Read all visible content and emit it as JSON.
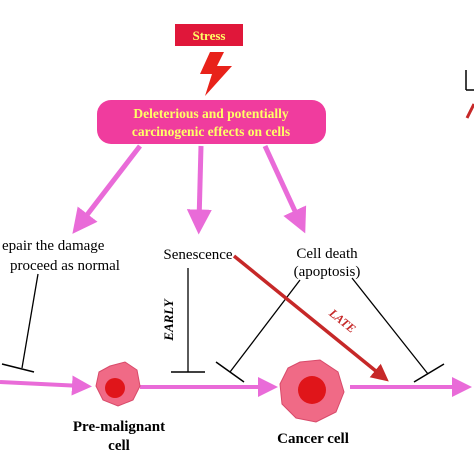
{
  "stress": {
    "label": "Stress"
  },
  "effects": {
    "line1": "Deleterious and potentially",
    "line2": "carcinogenic effects on cells"
  },
  "outcomes": {
    "repair_line1": "epair the damage",
    "repair_line2": "proceed as normal",
    "senescence": "Senescence",
    "cell_death_line1": "Cell death",
    "cell_death_line2": "(apoptosis)"
  },
  "timing": {
    "early": "EARLY",
    "late": "LATE"
  },
  "cells": {
    "premalignant_line1": "Pre-malignant",
    "premalignant_line2": "cell",
    "cancer": "Cancer cell"
  },
  "colors": {
    "stress_box": "#e0173a",
    "stress_text": "#ffff66",
    "lightning": "#e8221a",
    "effect_box": "#f03c9e",
    "effect_text": "#ffff66",
    "arrow": "#e96bd8",
    "late_arrow": "#c62828",
    "cell_fill": "#f06a86",
    "nucleus": "#e0151a"
  }
}
